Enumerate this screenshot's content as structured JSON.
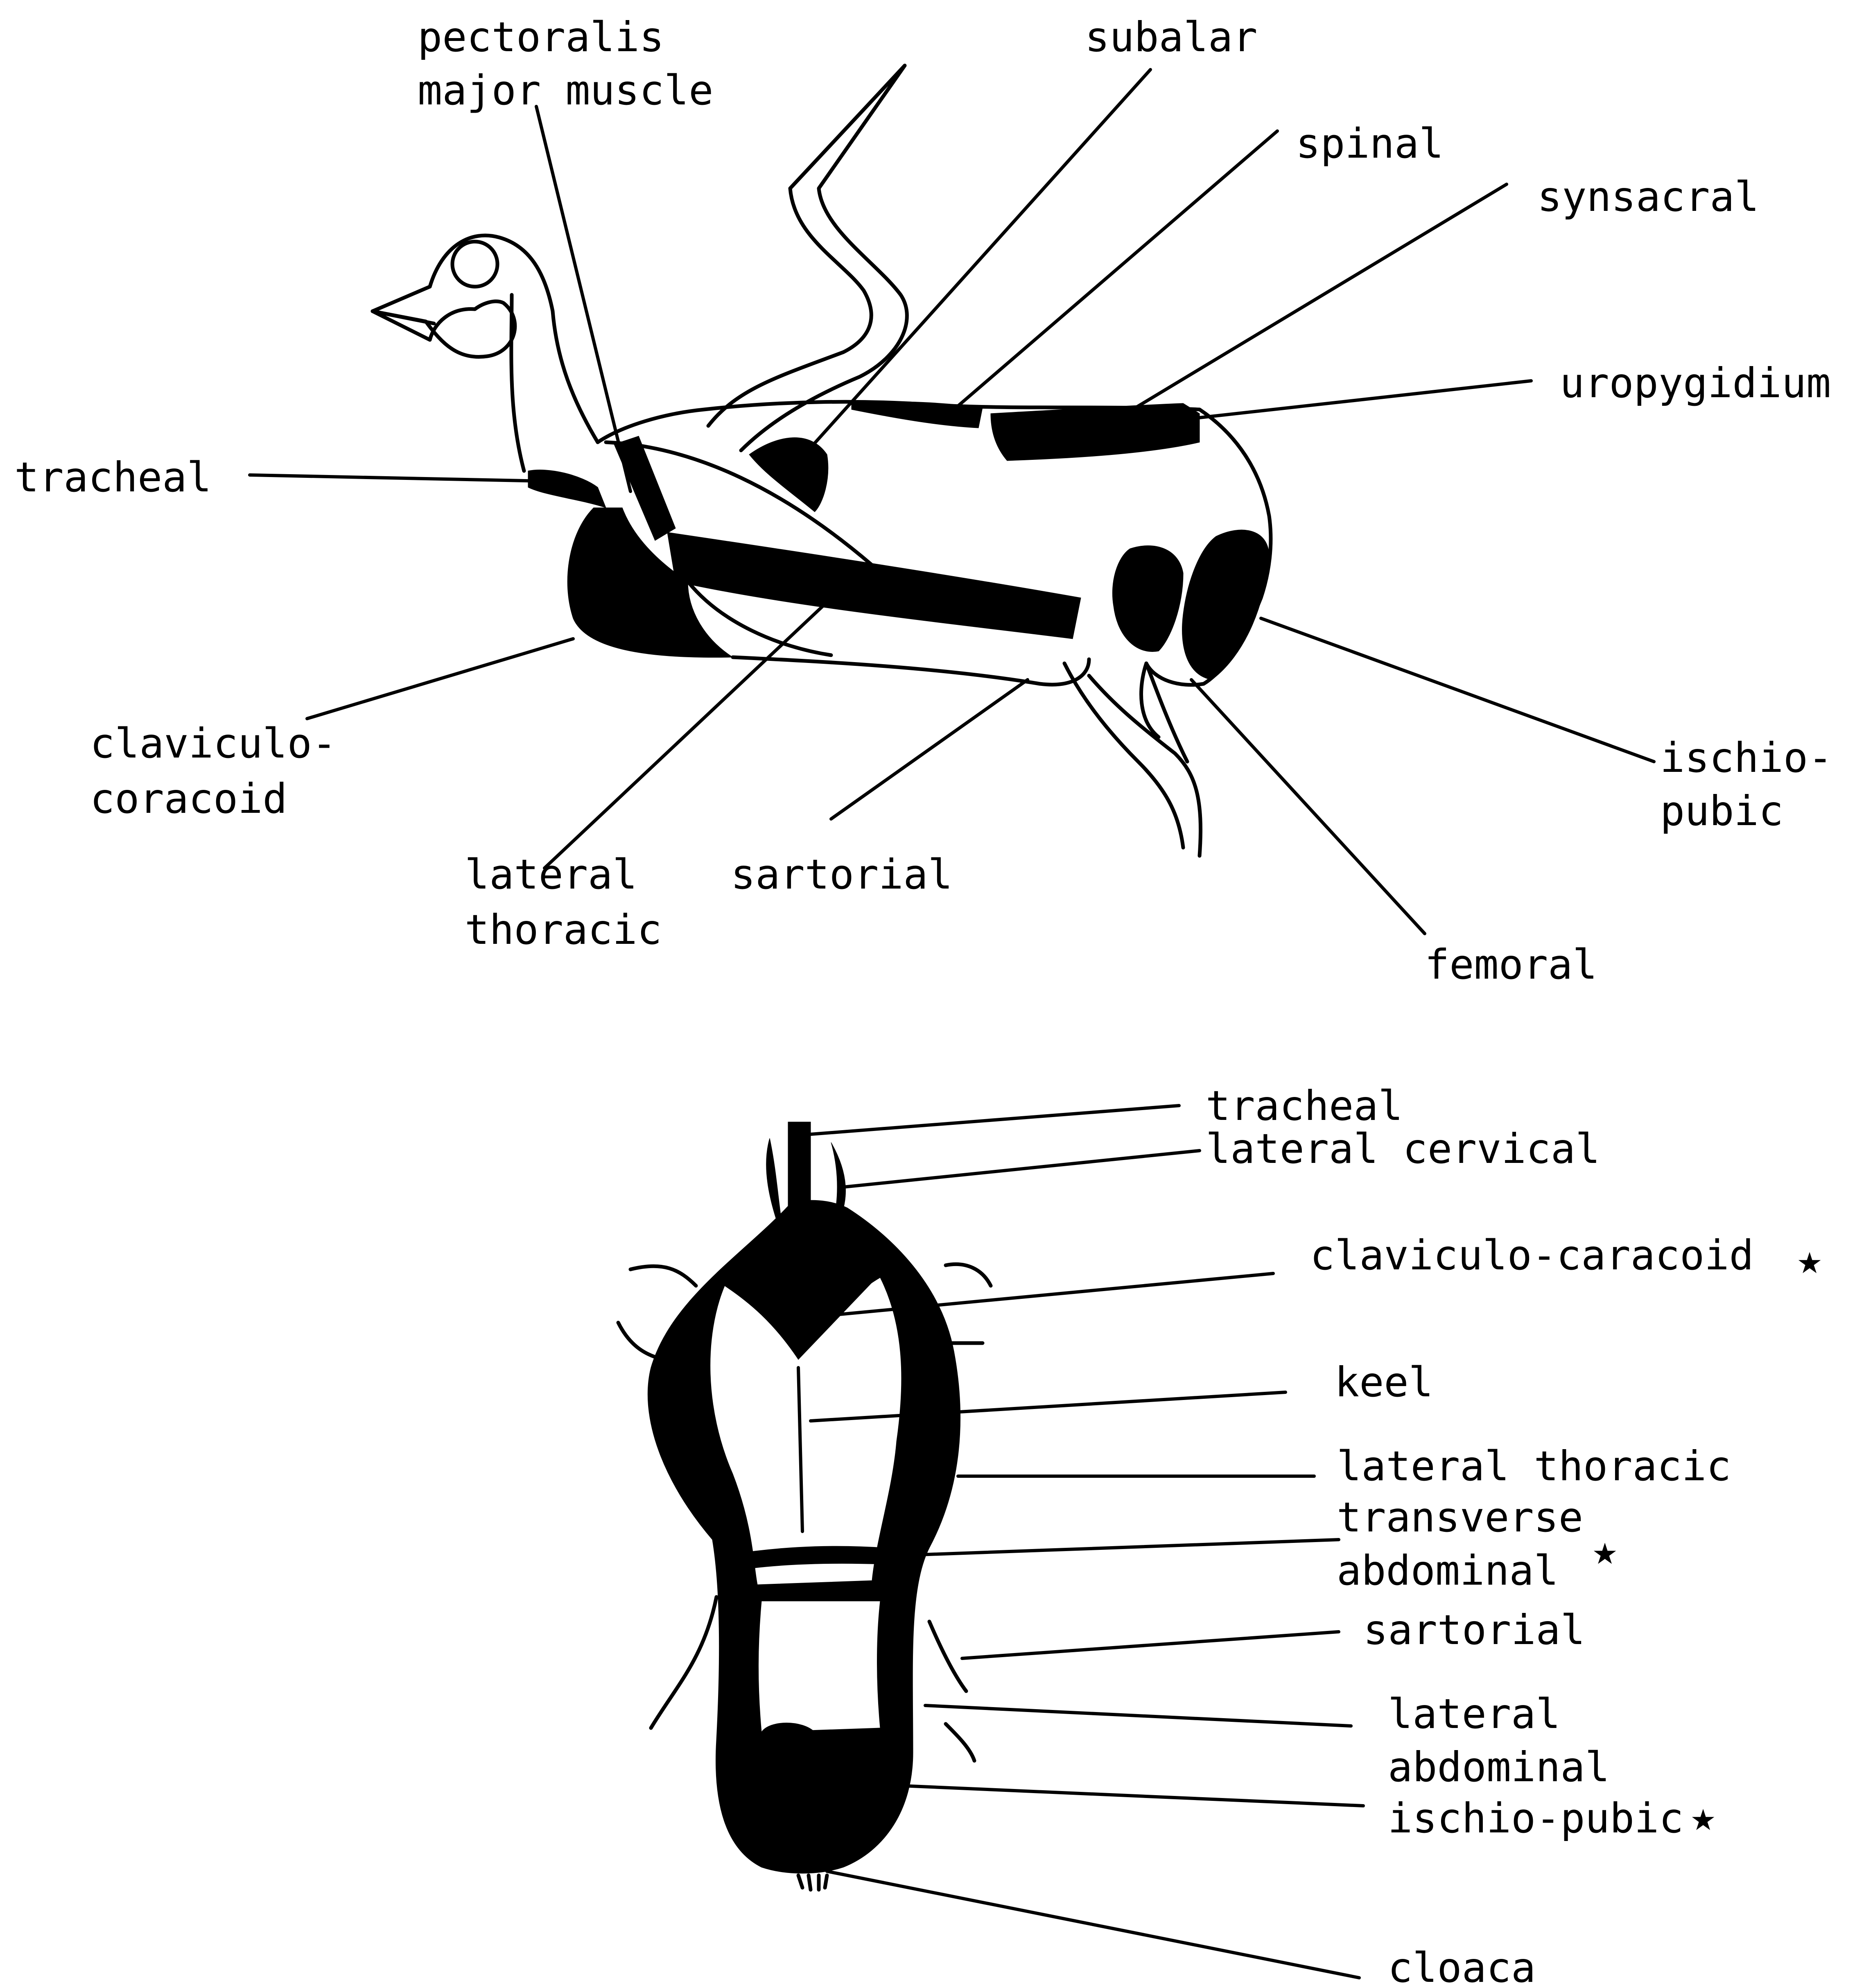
{
  "side_view": {
    "labels": {
      "pectoralis_1": "pectoralis",
      "pectoralis_2": "major muscle",
      "subalar": "subalar",
      "spinal": "spinal",
      "synsacral": "synsacral",
      "uropygidium": "uropygidium",
      "tracheal": "tracheal",
      "claviculo_1": "claviculo-",
      "claviculo_2": "coracoid",
      "lateral_thoracic_1": "lateral",
      "lateral_thoracic_2": "thoracic",
      "sartorial": "sartorial",
      "ischio_1": "ischio-",
      "ischio_2": "pubic",
      "femoral": "femoral"
    }
  },
  "ventral_view": {
    "labels": {
      "tracheal": "tracheal",
      "lateral_cervical": "lateral cervical",
      "claviculo_caracoid": "claviculo-caracoid",
      "keel": "keel",
      "lateral_thoracic": "lateral thoracic",
      "transverse_1": "transverse",
      "transverse_2": "abdominal",
      "sartorial": "sartorial",
      "lateral_abdominal_1": "lateral",
      "lateral_abdominal_2": "abdominal",
      "ischio_pubic": "ischio-pubic",
      "cloaca": "cloaca"
    },
    "starred_labels": [
      "claviculo-caracoid",
      "transverse abdominal",
      "ischio-pubic"
    ]
  },
  "colors": {
    "ink": "#000000",
    "paper": "#ffffff"
  }
}
